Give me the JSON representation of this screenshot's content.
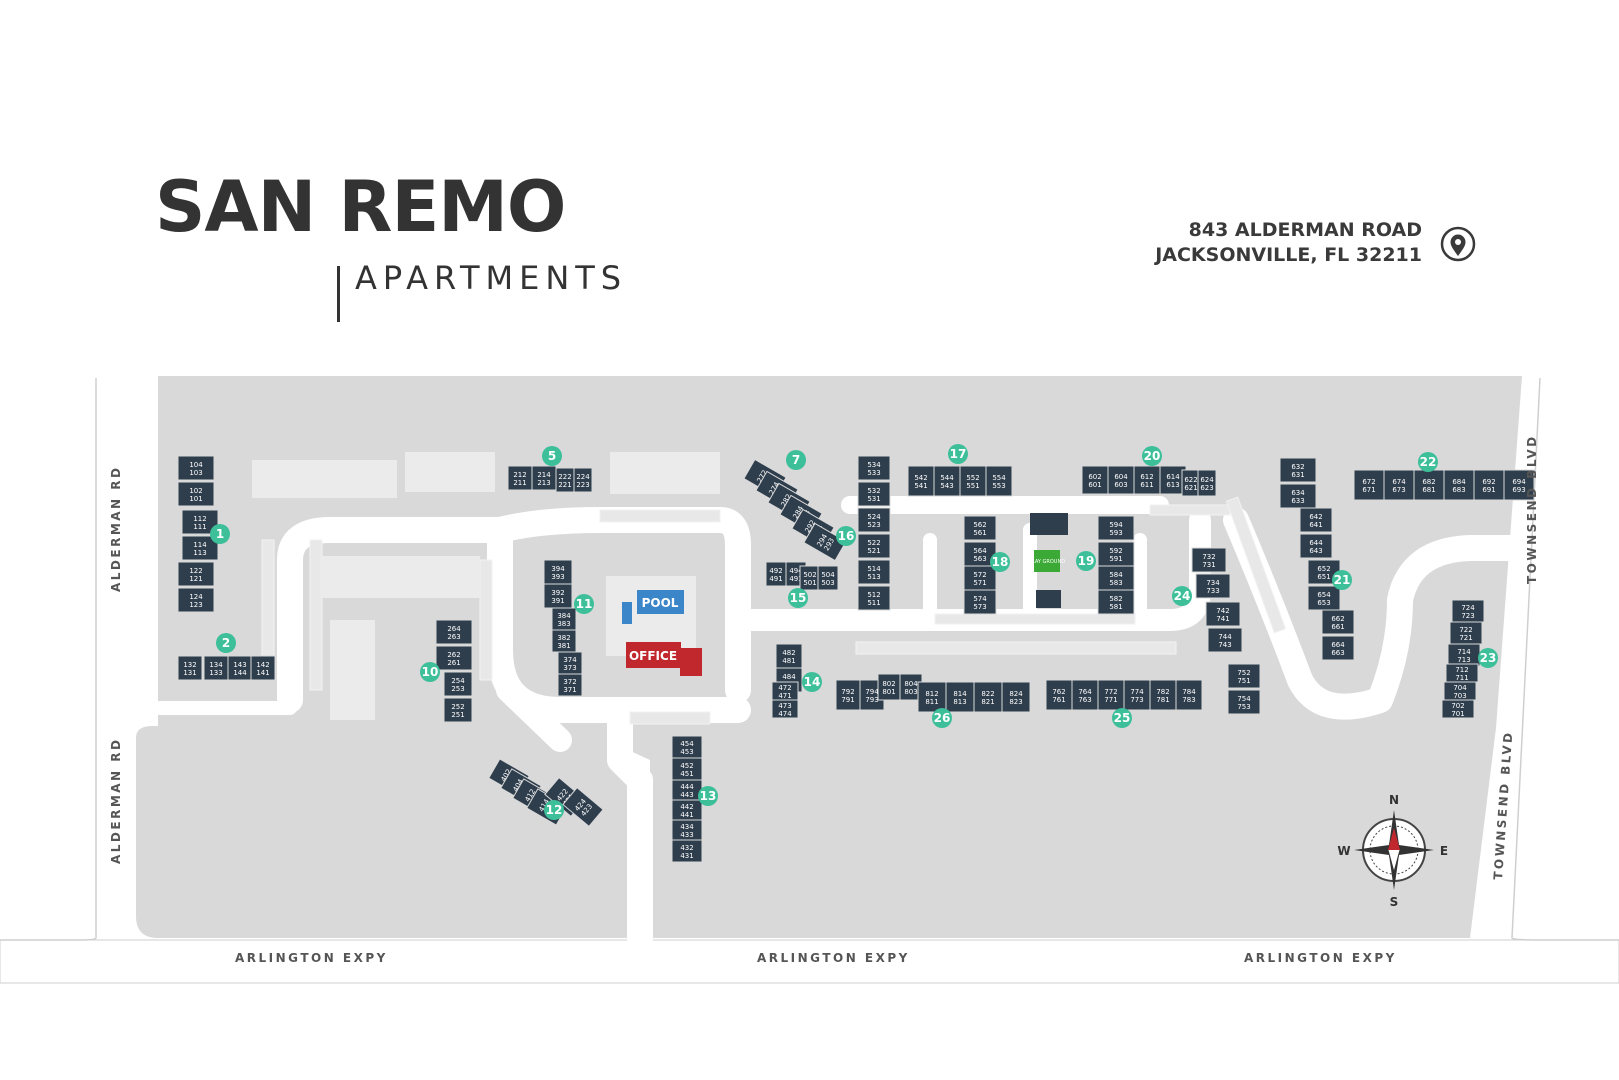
{
  "title": {
    "main": "SAN REMO",
    "sub": "APARTMENTS"
  },
  "address": {
    "line1": "843 ALDERMAN ROAD",
    "line2": "JACKSONVILLE, FL 32211"
  },
  "icons": {
    "location": "map-pin-icon",
    "compass": "compass-rose-icon"
  },
  "colors": {
    "building": "#2f3e4d",
    "number_marker": "#3dbf9a",
    "pool": "#3a86c8",
    "office": "#c0282e",
    "playground": "#3aa935",
    "site": "#d9d9d9",
    "road": "#ffffff"
  },
  "roads": {
    "alderman_north": "ALDERMAN RD",
    "alderman_south": "ALDERMAN RD",
    "townsend_north": "TOWNSEND BLVD",
    "townsend_south": "TOWNSEND BLVD",
    "arlington_1": "ARLINGTON EXPY",
    "arlington_2": "ARLINGTON EXPY",
    "arlington_3": "ARLINGTON EXPY"
  },
  "amenities": {
    "pool": "POOL",
    "office": "OFFICE",
    "playground": "PLAY GROUND"
  },
  "compass": {
    "n": "N",
    "e": "E",
    "s": "S",
    "w": "W"
  },
  "markers": [
    "1",
    "2",
    "5",
    "7",
    "10",
    "11",
    "12",
    "13",
    "14",
    "15",
    "16",
    "17",
    "18",
    "19",
    "20",
    "21",
    "22",
    "23",
    "24",
    "25",
    "26"
  ],
  "buildings": [
    {
      "label": "104 103"
    },
    {
      "label": "102 101"
    },
    {
      "label": "112 111"
    },
    {
      "label": "114 113"
    },
    {
      "label": "122 121"
    },
    {
      "label": "124 123"
    },
    {
      "label": "132 131"
    },
    {
      "label": "134 133"
    },
    {
      "label": "143 144"
    },
    {
      "label": "142 141"
    },
    {
      "label": "212 211"
    },
    {
      "label": "214 213"
    },
    {
      "label": "222 221"
    },
    {
      "label": "224 223"
    },
    {
      "label": "264 263"
    },
    {
      "label": "262 261"
    },
    {
      "label": "254 253"
    },
    {
      "label": "252 251"
    },
    {
      "label": "394 393"
    },
    {
      "label": "392 391"
    },
    {
      "label": "384 383"
    },
    {
      "label": "382 381"
    },
    {
      "label": "374 373"
    },
    {
      "label": "372 371"
    },
    {
      "label": "492 491"
    },
    {
      "label": "494 493"
    },
    {
      "label": "502 501"
    },
    {
      "label": "504 503"
    },
    {
      "label": "482 481"
    },
    {
      "label": "484 483"
    },
    {
      "label": "472 471"
    },
    {
      "label": "473 474"
    },
    {
      "label": "454 453"
    },
    {
      "label": "452 451"
    },
    {
      "label": "444 443"
    },
    {
      "label": "442 441"
    },
    {
      "label": "434 433"
    },
    {
      "label": "432 431"
    },
    {
      "label": "534 533"
    },
    {
      "label": "532 531"
    },
    {
      "label": "524 523"
    },
    {
      "label": "522 521"
    },
    {
      "label": "514 513"
    },
    {
      "label": "512 511"
    },
    {
      "label": "542 541"
    },
    {
      "label": "544 543"
    },
    {
      "label": "552 551"
    },
    {
      "label": "554 553"
    },
    {
      "label": "562 561"
    },
    {
      "label": "564 563"
    },
    {
      "label": "572 571"
    },
    {
      "label": "574 573"
    },
    {
      "label": "594 593"
    },
    {
      "label": "592 591"
    },
    {
      "label": "584 583"
    },
    {
      "label": "582 581"
    },
    {
      "label": "602 601"
    },
    {
      "label": "604 603"
    },
    {
      "label": "612 611"
    },
    {
      "label": "614 613"
    },
    {
      "label": "622 621"
    },
    {
      "label": "624 623"
    },
    {
      "label": "632 631"
    },
    {
      "label": "634 633"
    },
    {
      "label": "642 641"
    },
    {
      "label": "644 643"
    },
    {
      "label": "652 651"
    },
    {
      "label": "654 653"
    },
    {
      "label": "662 661"
    },
    {
      "label": "664 663"
    },
    {
      "label": "672 671"
    },
    {
      "label": "674 673"
    },
    {
      "label": "682 681"
    },
    {
      "label": "684 683"
    },
    {
      "label": "692 691"
    },
    {
      "label": "694 693"
    },
    {
      "label": "724 723"
    },
    {
      "label": "722 721"
    },
    {
      "label": "714 713"
    },
    {
      "label": "712 711"
    },
    {
      "label": "704 703"
    },
    {
      "label": "702 701"
    },
    {
      "label": "732 731"
    },
    {
      "label": "734 733"
    },
    {
      "label": "742 741"
    },
    {
      "label": "744 743"
    },
    {
      "label": "752 751"
    },
    {
      "label": "754 753"
    },
    {
      "label": "762 761"
    },
    {
      "label": "764 763"
    },
    {
      "label": "772 771"
    },
    {
      "label": "774 773"
    },
    {
      "label": "782 781"
    },
    {
      "label": "784 783"
    },
    {
      "label": "792 791"
    },
    {
      "label": "794 793"
    },
    {
      "label": "802 801"
    },
    {
      "label": "804 803"
    },
    {
      "label": "812 811"
    },
    {
      "label": "814 813"
    },
    {
      "label": "822 821"
    },
    {
      "label": "824 823"
    },
    {
      "label": "272 271"
    },
    {
      "label": "274 273"
    },
    {
      "label": "282 281"
    },
    {
      "label": "284 283"
    },
    {
      "label": "292 291"
    },
    {
      "label": "294 293"
    },
    {
      "label": "402 401"
    },
    {
      "label": "404 403"
    },
    {
      "label": "412 411"
    },
    {
      "label": "414 413"
    },
    {
      "label": "422 421"
    },
    {
      "label": "424 423"
    }
  ]
}
